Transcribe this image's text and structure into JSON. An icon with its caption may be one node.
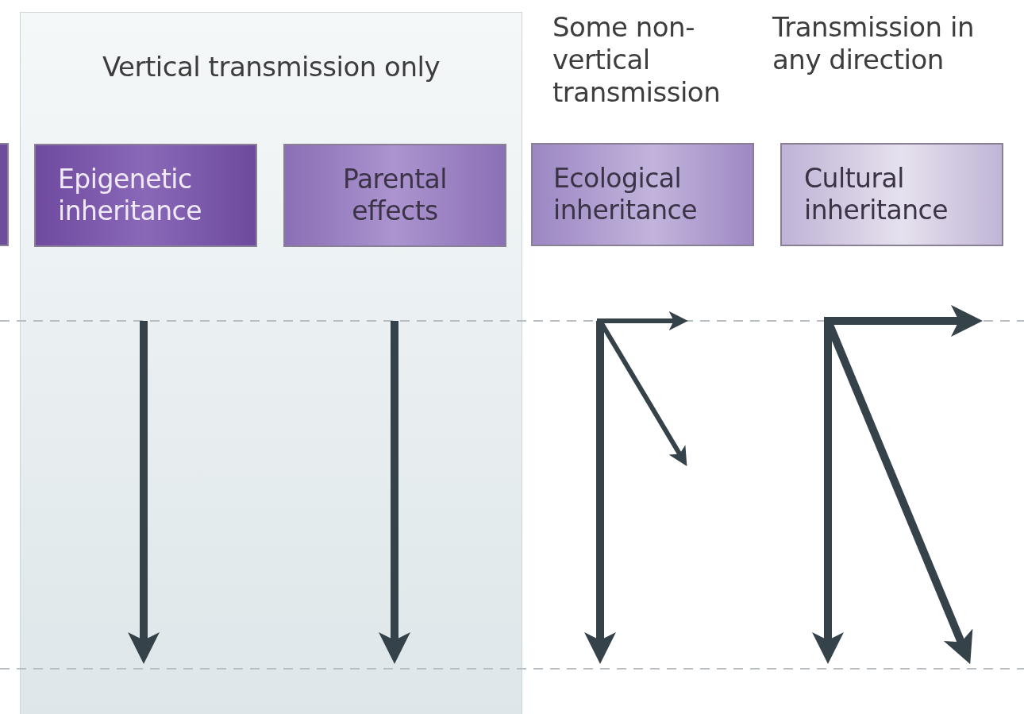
{
  "diagram": {
    "nodes": [
      {
        "text": [],
        "shape": "box"
      },
      {
        "text": [
          "Vertical transmission only"
        ]
      },
      {
        "text": [
          "Epigenetic inheritance"
        ],
        "in": 1
      },
      {
        "text": [
          "Parental effects"
        ],
        "in": 1
      },
      {
        "text": [
          "Ecological inheritance"
        ]
      },
      {
        "text": [
          "Cultural inheritance"
        ]
      }
    ],
    "labels": [
      "Some non-vertical transmission",
      "Transmission in any direction"
    ]
  }
}
